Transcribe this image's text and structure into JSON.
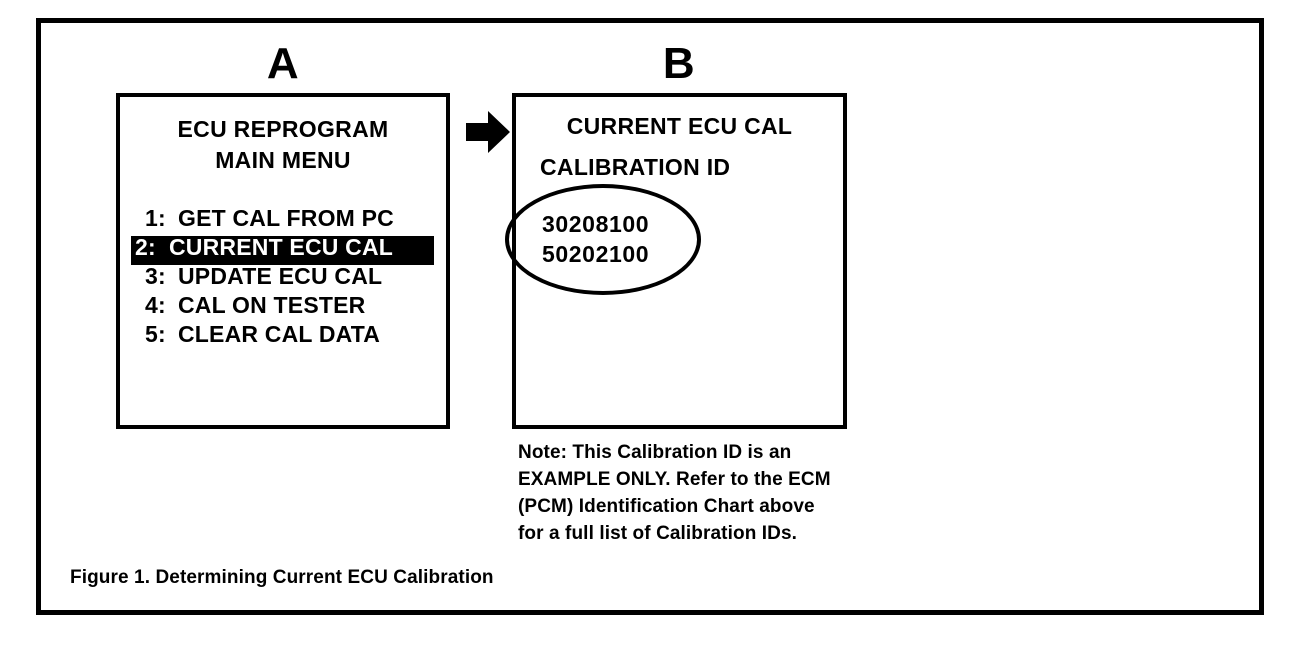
{
  "figure": {
    "caption": "Figure 1. Determining Current ECU Calibration"
  },
  "panels": {
    "a": {
      "label": "A",
      "title_line1": "ECU REPROGRAM",
      "title_line2": "MAIN MENU",
      "menu_items": [
        {
          "number": "1:",
          "label": "GET CAL FROM PC",
          "selected": false
        },
        {
          "number": "2:",
          "label": "CURRENT ECU CAL",
          "selected": true
        },
        {
          "number": "3:",
          "label": "UPDATE ECU CAL",
          "selected": false
        },
        {
          "number": "4:",
          "label": "CAL ON TESTER",
          "selected": false
        },
        {
          "number": "5:",
          "label": "CLEAR CAL DATA",
          "selected": false
        }
      ]
    },
    "b": {
      "label": "B",
      "heading": "CURRENT ECU CAL",
      "subheading": "CALIBRATION ID",
      "calibration_ids": [
        "30208100",
        "50202100"
      ],
      "note_lines": [
        "Note: This Calibration ID is an",
        "EXAMPLE ONLY. Refer to the ECM",
        "(PCM) Identification Chart above",
        "for a full list of Calibration IDs."
      ]
    }
  },
  "arrow": {
    "icon": "arrow-right-icon"
  },
  "colors": {
    "ink": "#000000",
    "paper": "#ffffff",
    "highlight_bg": "#000000",
    "highlight_fg": "#ffffff"
  }
}
